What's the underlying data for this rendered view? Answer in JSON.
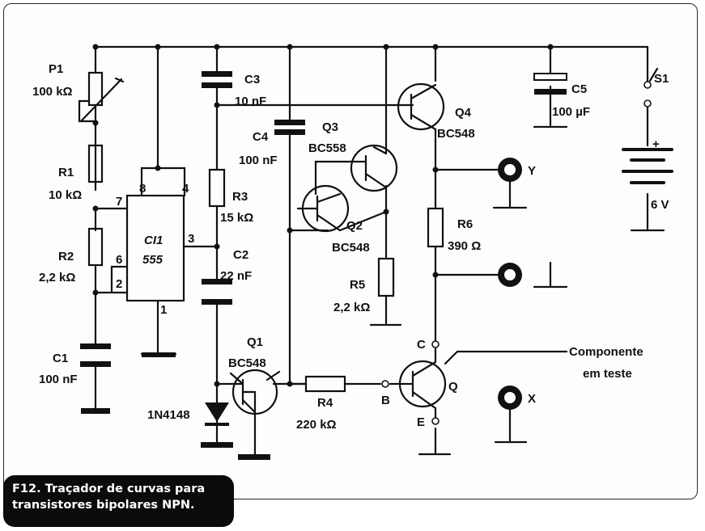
{
  "figure": {
    "caption_line1": "F12. Traçador de curvas para",
    "caption_line2": "transistores bipolares NPN."
  },
  "components": {
    "p1": {
      "ref": "P1",
      "value": "100 kΩ"
    },
    "r1": {
      "ref": "R1",
      "value": "10 kΩ"
    },
    "r2": {
      "ref": "R2",
      "value": "2,2 kΩ"
    },
    "c1": {
      "ref": "C1",
      "value": "100 nF"
    },
    "ci1": {
      "ref": "CI1",
      "value": "555"
    },
    "c3": {
      "ref": "C3",
      "value": "10 nF"
    },
    "r3": {
      "ref": "R3",
      "value": "15 kΩ"
    },
    "c2": {
      "ref": "C2",
      "value": "22 nF"
    },
    "c4": {
      "ref": "C4",
      "value": "100 nF"
    },
    "q1": {
      "ref": "Q1",
      "value": "BC548"
    },
    "d1": {
      "value": "1N4148"
    },
    "q3": {
      "ref": "Q3",
      "value": "BC558"
    },
    "q2": {
      "ref": "Q2",
      "value": "BC548"
    },
    "r5": {
      "ref": "R5",
      "value": "2,2 kΩ"
    },
    "r4": {
      "ref": "R4",
      "value": "220 kΩ"
    },
    "q4": {
      "ref": "Q4",
      "value": "BC548"
    },
    "r6": {
      "ref": "R6",
      "value": "390 Ω"
    },
    "c5": {
      "ref": "C5",
      "value": "100 µF"
    },
    "s1": {
      "ref": "S1"
    },
    "battery": {
      "plus": "+",
      "value": "6 V"
    },
    "dut": {
      "label_line1": "Componente",
      "label_line2": "em teste",
      "ref": "Q"
    }
  },
  "pins": {
    "p8": "8",
    "p4": "4",
    "p7": "7",
    "p3": "3",
    "p6": "6",
    "p2": "2",
    "p1": "1"
  },
  "terminals": {
    "y": "Y",
    "x": "X",
    "c": "C",
    "b": "B",
    "e": "E"
  },
  "colors": {
    "ink": "#111111",
    "caption_bg": "#0b0b0b",
    "caption_text": "#ffffff"
  }
}
